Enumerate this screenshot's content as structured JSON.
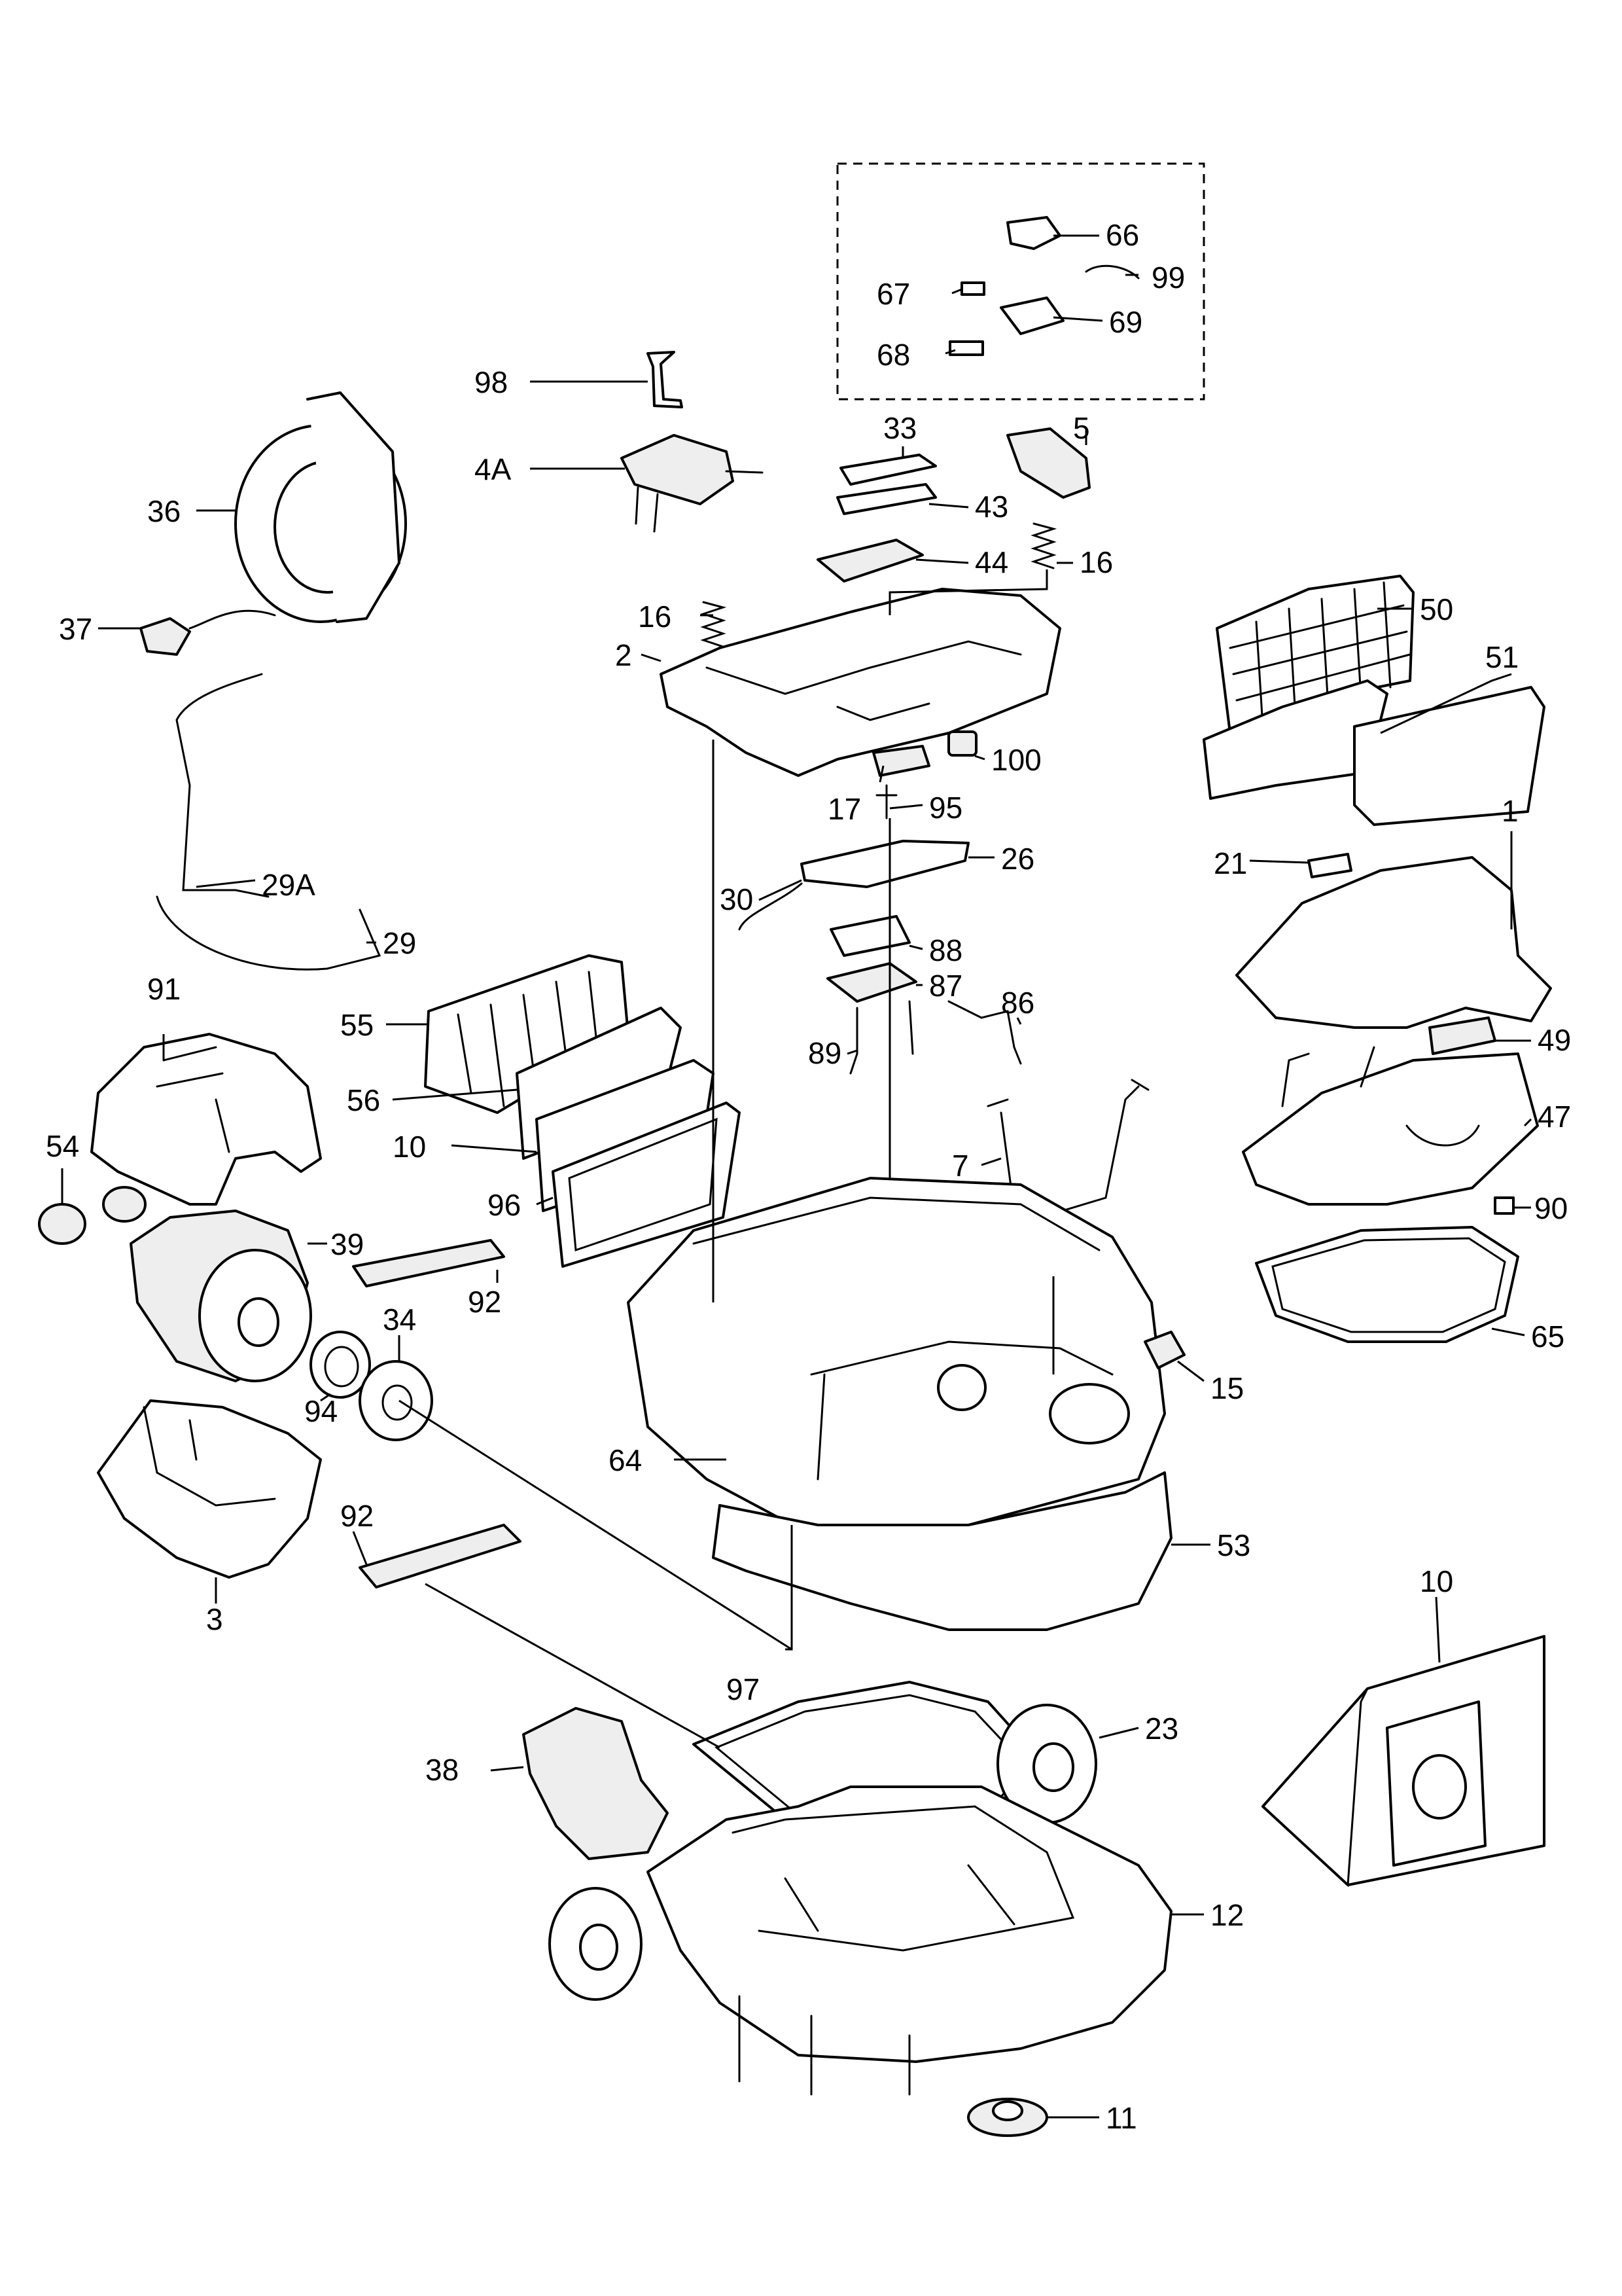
{
  "diagram": {
    "callouts": {
      "c66": "66",
      "c99": "99",
      "c67": "67",
      "c69": "69",
      "c68": "68",
      "c98": "98",
      "c4A": "4A",
      "c33": "33",
      "c5": "5",
      "c43": "43",
      "c36": "36",
      "c44": "44",
      "c16a": "16",
      "c16b": "16",
      "c37": "37",
      "c2": "2",
      "c50": "50",
      "c51": "51",
      "c100": "100",
      "c17": "17",
      "c95": "95",
      "c26": "26",
      "c29A": "29A",
      "c21": "21",
      "c1": "1",
      "c30": "30",
      "c29": "29",
      "c88": "88",
      "c91": "91",
      "c55": "55",
      "c87": "87",
      "c86": "86",
      "c89": "89",
      "c49": "49",
      "c56": "56",
      "c47": "47",
      "c10a": "10",
      "c54": "54",
      "c7": "7",
      "c96": "96",
      "c90": "90",
      "c39": "39",
      "c92a": "92",
      "c34": "34",
      "c65": "65",
      "c94": "94",
      "c15": "15",
      "c64": "64",
      "c53": "53",
      "c92b": "92",
      "c3": "3",
      "c10b": "10",
      "c97": "97",
      "c23": "23",
      "c38": "38",
      "c12": "12",
      "c11": "11"
    }
  }
}
